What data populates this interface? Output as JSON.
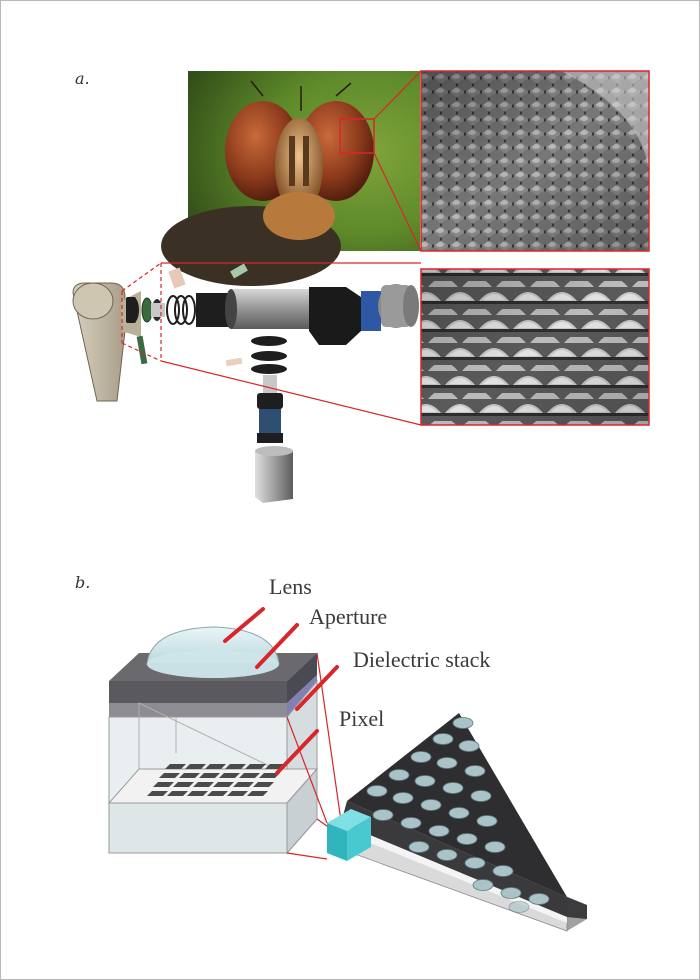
{
  "panels": {
    "a": {
      "label": "a."
    },
    "b": {
      "label": "b."
    }
  },
  "diagram_b": {
    "labels": {
      "lens": "Lens",
      "aperture": "Aperture",
      "dielectric_stack": "Dielectric stack",
      "pixel": "Pixel"
    }
  },
  "colors": {
    "callout_red": "#d8262b",
    "pixel_cyan": "#3cc6cc",
    "metal_dark": "#3a3a3c"
  }
}
